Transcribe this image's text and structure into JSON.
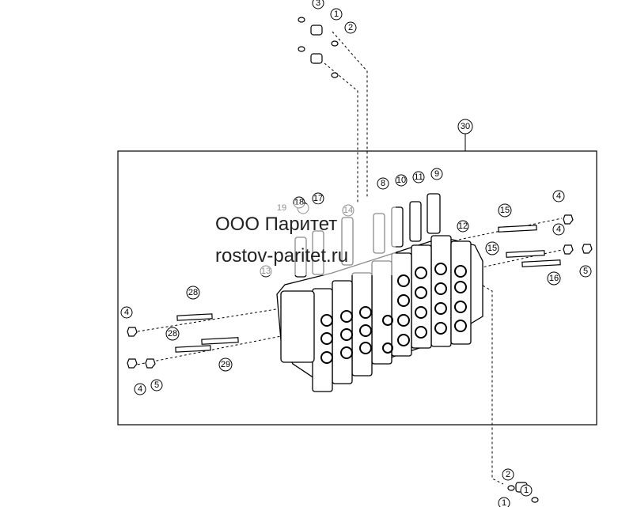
{
  "callouts": [
    "3",
    "1",
    "2",
    "30",
    "9",
    "11",
    "10",
    "8",
    "12",
    "15",
    "4",
    "4",
    "5",
    "15",
    "16",
    "19",
    "18",
    "17",
    "14",
    "13",
    "28",
    "28",
    "29",
    "4",
    "4",
    "5",
    "2",
    "1",
    "1"
  ],
  "watermark": {
    "company": "ООО Паритет",
    "site": "rostov-paritet.ru"
  }
}
